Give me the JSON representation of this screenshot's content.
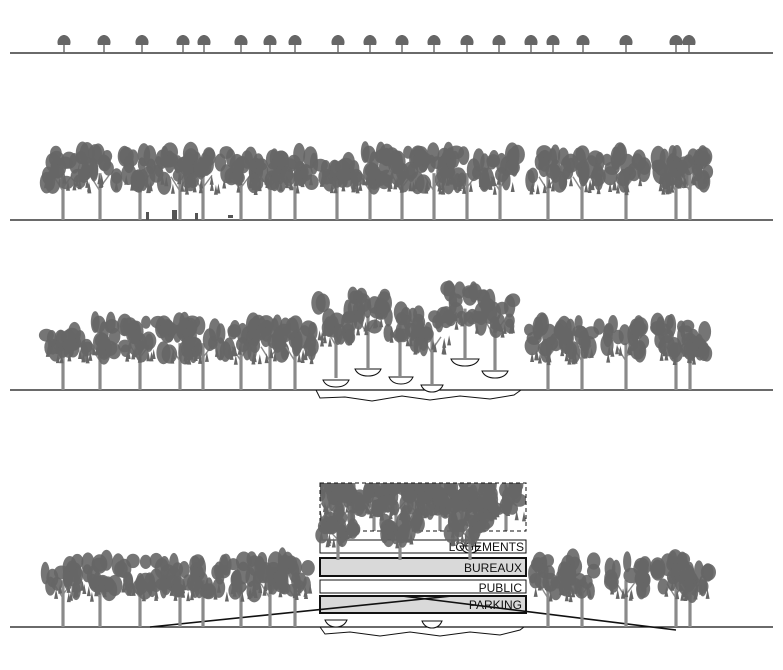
{
  "labels": {
    "logements": "LOGEMENTS",
    "bureaux": "BUREAUX",
    "public": "PUBLIC",
    "parking": "PARKING"
  },
  "colors": {
    "tree": "#666666",
    "trunk": "#8a8a8a",
    "line": "#111111",
    "volume_fill": "#d9d9d9",
    "background": "#ffffff"
  },
  "icons": [
    "tree-icon"
  ]
}
